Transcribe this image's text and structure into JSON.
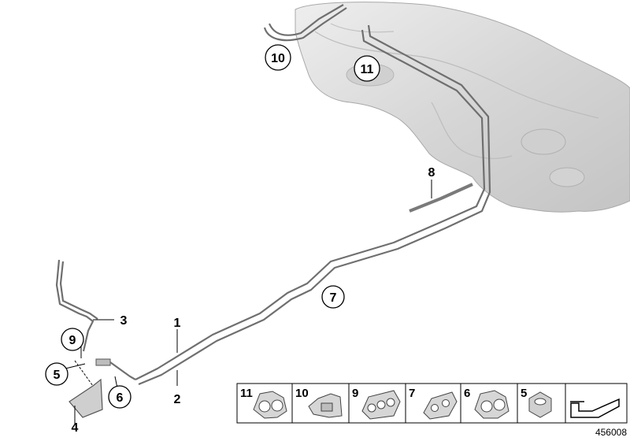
{
  "diagram": {
    "callouts": [
      {
        "id": "c1",
        "label": "1",
        "circled": false
      },
      {
        "id": "c2",
        "label": "2",
        "circled": false
      },
      {
        "id": "c3",
        "label": "3",
        "circled": false
      },
      {
        "id": "c4",
        "label": "4",
        "circled": false
      },
      {
        "id": "c5",
        "label": "5",
        "circled": true
      },
      {
        "id": "c6",
        "label": "6",
        "circled": true
      },
      {
        "id": "c7",
        "label": "7",
        "circled": true
      },
      {
        "id": "c8",
        "label": "8",
        "circled": false
      },
      {
        "id": "c9",
        "label": "9",
        "circled": true
      },
      {
        "id": "c10",
        "label": "10",
        "circled": true
      },
      {
        "id": "c11",
        "label": "11",
        "circled": true
      }
    ],
    "legend": [
      {
        "label": "11",
        "icon": "double-clip-icon"
      },
      {
        "label": "10",
        "icon": "bracket-clip-icon"
      },
      {
        "label": "9",
        "icon": "triple-clip-icon"
      },
      {
        "label": "7",
        "icon": "pipe-clip-icon"
      },
      {
        "label": "6",
        "icon": "double-clip-icon"
      },
      {
        "label": "5",
        "icon": "nut-icon"
      },
      {
        "label": "",
        "icon": "direction-arrow-icon"
      }
    ],
    "document_number": "456008",
    "colors": {
      "tank_fill": "#dcdcdc",
      "tank_shade": "#b9b9b9",
      "pipe": "#7a7a7a",
      "line": "#000000"
    }
  }
}
